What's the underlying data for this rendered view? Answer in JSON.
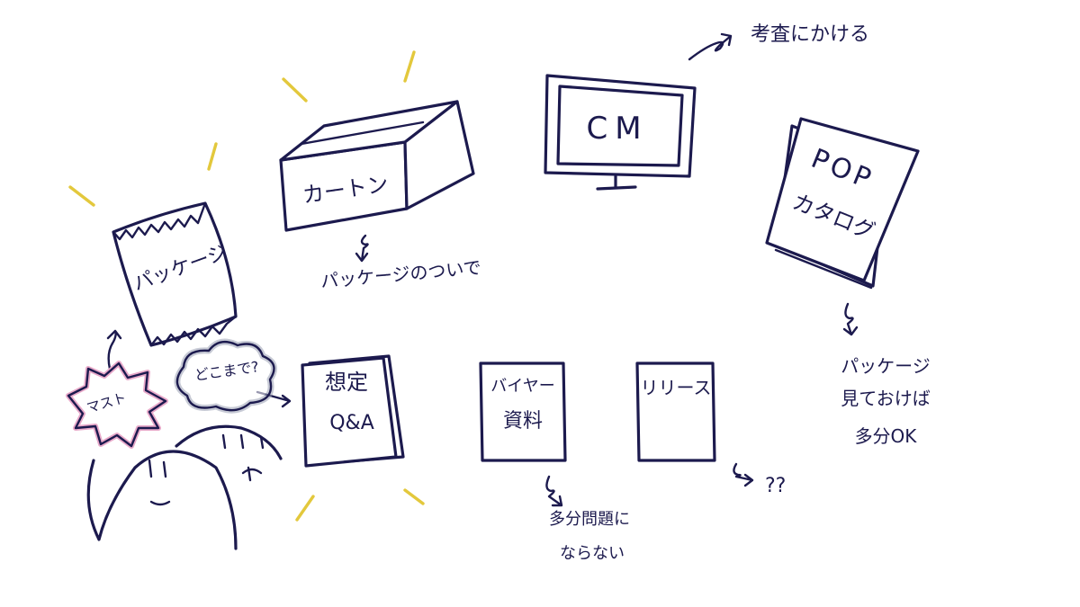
{
  "items": {
    "package": {
      "label": "パッケージ"
    },
    "carton": {
      "label": "カートン",
      "note": "パッケージのついで"
    },
    "cm": {
      "label": "CM",
      "note": "考査にかける"
    },
    "pop": {
      "label_line1": "POP",
      "label_line2": "カタログ",
      "note_line1": "パッケージ",
      "note_line2": "見ておけば",
      "note_line3": "多分OK"
    },
    "qa": {
      "label_line1": "想定",
      "label_line2": "Q&A"
    },
    "buyer": {
      "label_line1": "バイヤー",
      "label_line2": "資料",
      "note_line1": "多分問題に",
      "note_line2": "ならない"
    },
    "release": {
      "label": "リリース",
      "note": "??"
    }
  },
  "people": {
    "must_burst": "マスト",
    "thought": "どこまで?"
  },
  "colors": {
    "ink": "#1c1a4e",
    "highlight": "#e3c83c",
    "burst_pink": "#e8a9c9",
    "cloud_gray": "#9aa0b4"
  }
}
